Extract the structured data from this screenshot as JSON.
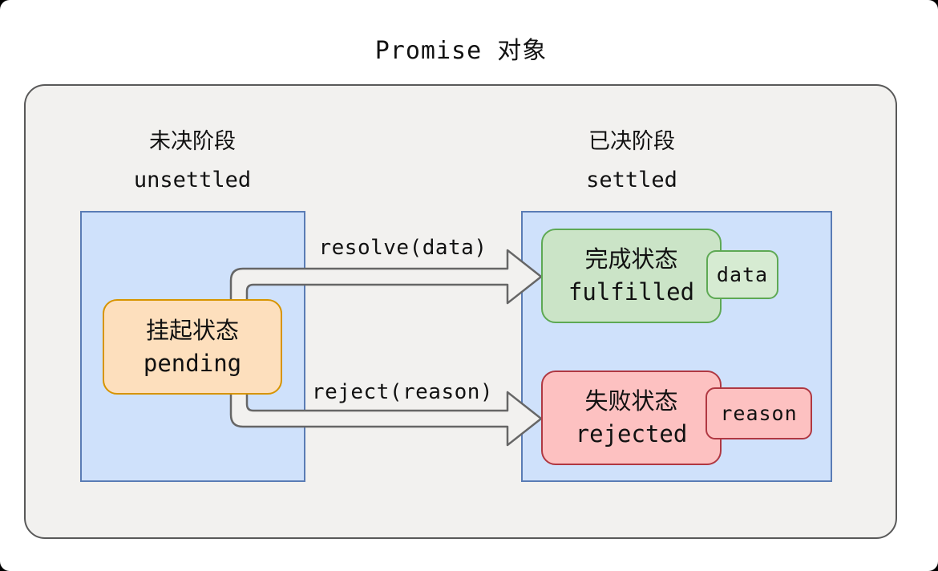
{
  "title": "Promise 对象",
  "phases": {
    "unsettled": {
      "label_zh": "未决阶段",
      "label_en": "unsettled"
    },
    "settled": {
      "label_zh": "已决阶段",
      "label_en": "settled"
    }
  },
  "states": {
    "pending": {
      "label_zh": "挂起状态",
      "label_en": "pending"
    },
    "fulfilled": {
      "label_zh": "完成状态",
      "label_en": "fulfilled",
      "payload": "data"
    },
    "rejected": {
      "label_zh": "失败状态",
      "label_en": "rejected",
      "payload": "reason"
    }
  },
  "transitions": {
    "resolve_label": "resolve(data)",
    "reject_label": "reject(reason)"
  },
  "colors": {
    "outer_fill": "#f2f1ef",
    "outer_border": "#595959",
    "phase_fill": "#cfe1fb",
    "phase_border": "#5a7cb5",
    "pending_fill": "#fddfbd",
    "pending_border": "#d79400",
    "fulfilled_fill": "#cbe4c7",
    "fulfilled_border": "#5ea954",
    "rejected_fill": "#fdc1c1",
    "rejected_border": "#b03842",
    "arrow_fill": "#f2f1ef",
    "arrow_stroke": "#666666"
  }
}
